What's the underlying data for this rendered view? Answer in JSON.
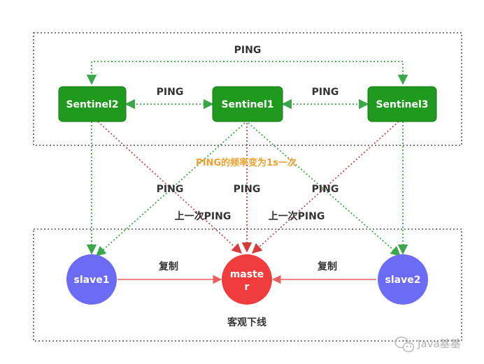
{
  "colors": {
    "sentinel_fill": "#1f9a1f",
    "sentinel_edge": "#0f7a12",
    "slave_fill": "#6b6bf5",
    "master_fill": "#f03c3c",
    "ping_link": "#3aa84a",
    "downstream_ping": "#3aa84a",
    "master_ping": "#c24a4a",
    "replication": "#e86060",
    "group_border": "#555555",
    "note": "#f0a030"
  },
  "labels": {
    "top_ping": "PING",
    "ping_s2_s1": "PING",
    "ping_s1_s3": "PING",
    "note_frequency": "PING的频率变为1s一次",
    "ping_left": "PING",
    "ping_center": "PING",
    "ping_right": "PING",
    "last_ping_left": "上一次PING",
    "last_ping_right": "上一次PING",
    "replicate_left": "复制",
    "replicate_right": "复制",
    "objective_down": "客观下线"
  },
  "nodes": {
    "sentinel2": "Sentinel2",
    "sentinel1": "Sentinel1",
    "sentinel3": "Sentinel3",
    "slave1": "slave1",
    "master_line1": "maste",
    "master_line2": "r",
    "slave2": "slave2"
  },
  "watermark": {
    "icon": "wechat-icon",
    "text": "Java基基"
  }
}
